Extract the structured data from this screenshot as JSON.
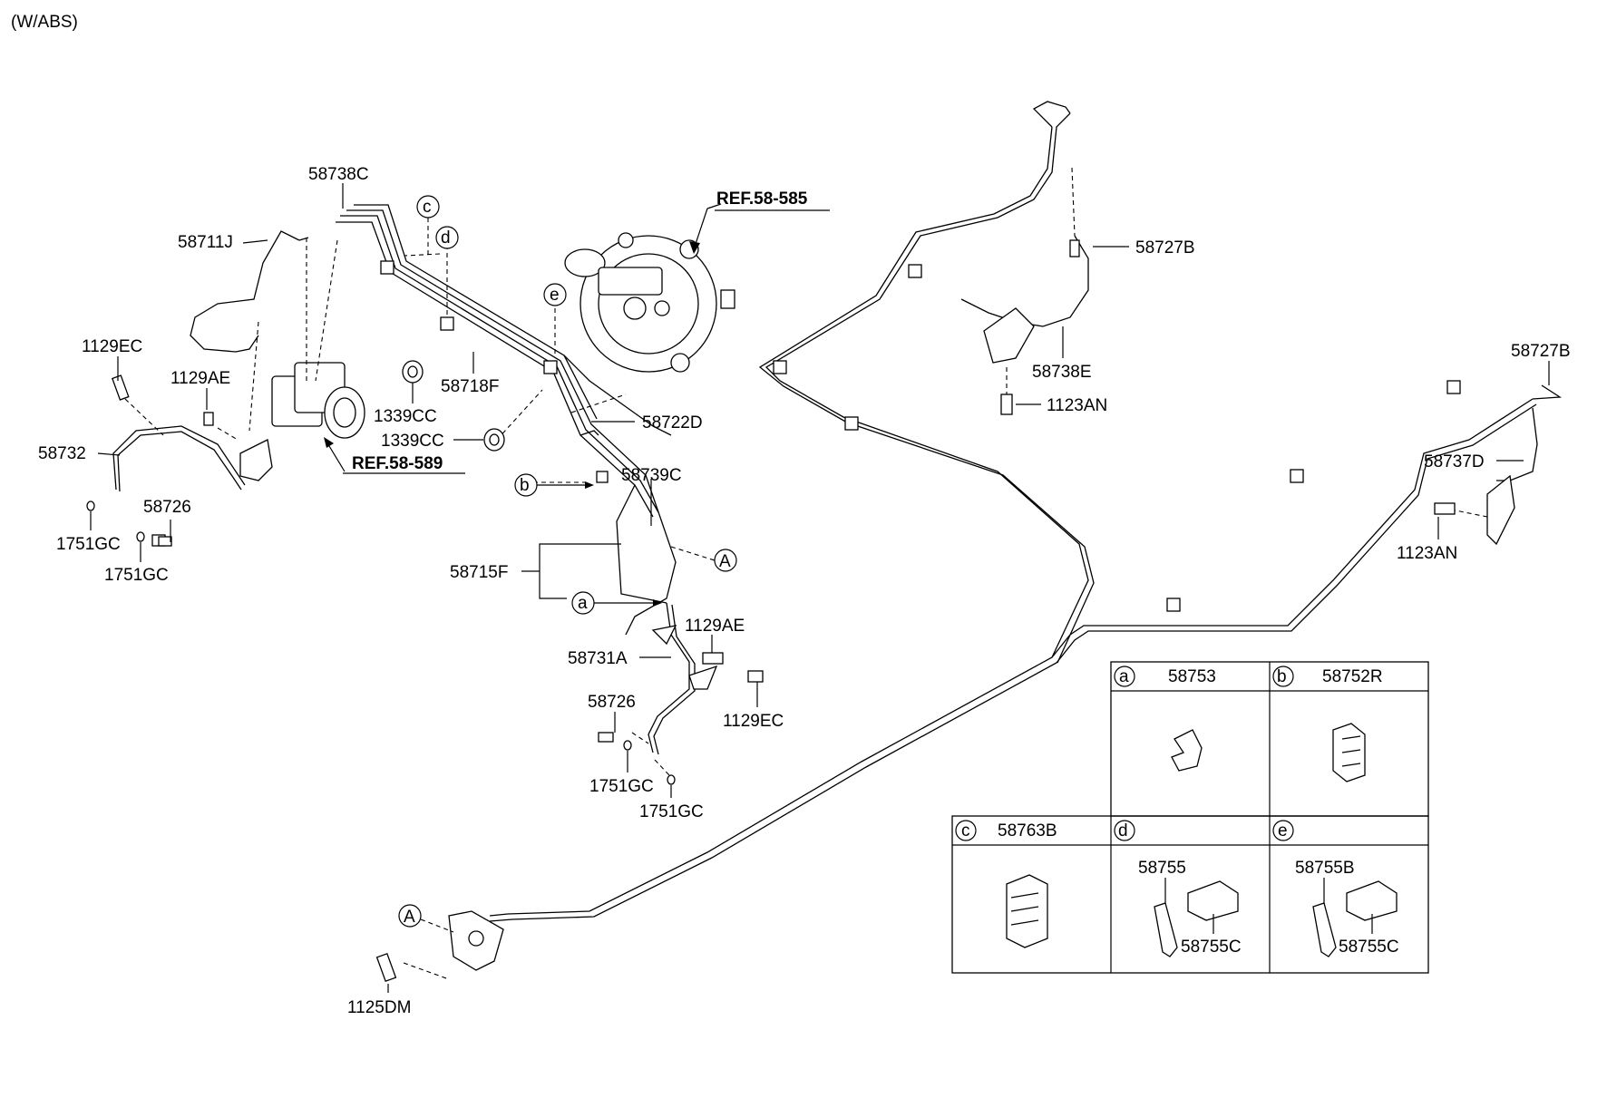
{
  "header": {
    "variant": "(W/ABS)"
  },
  "refs": {
    "ref_master_cylinder": "REF.58-585",
    "ref_abs_unit": "REF.58-589"
  },
  "callouts": {
    "p58738C": "58738C",
    "p58711J": "58711J",
    "p1129EC_l": "1129EC",
    "p1129AE_l": "1129AE",
    "p58732": "58732",
    "p58726_l": "58726",
    "p1751GC_l1": "1751GC",
    "p1751GC_l2": "1751GC",
    "p1339CC_1": "1339CC",
    "p1339CC_2": "1339CC",
    "p58718F": "58718F",
    "p58722D": "58722D",
    "p58739C": "58739C",
    "p58715F": "58715F",
    "p1129AE_c": "1129AE",
    "p58731A": "58731A",
    "p1129EC_c": "1129EC",
    "p58726_c": "58726",
    "p1751GC_c1": "1751GC",
    "p1751GC_c2": "1751GC",
    "p58727B_1": "58727B",
    "p58738E": "58738E",
    "p1123AN_1": "1123AN",
    "p58727B_2": "58727B",
    "p58737D": "58737D",
    "p1123AN_2": "1123AN",
    "p1125DM": "1125DM"
  },
  "markers": {
    "a": "a",
    "b": "b",
    "c": "c",
    "d": "d",
    "e": "e",
    "A1": "A",
    "A2": "A"
  },
  "legend": {
    "a": {
      "letter": "a",
      "part": "58753"
    },
    "b": {
      "letter": "b",
      "part": "58752R"
    },
    "c": {
      "letter": "c",
      "part": "58763B"
    },
    "d": {
      "letter": "d",
      "parts": [
        "58755",
        "58755C"
      ]
    },
    "e": {
      "letter": "e",
      "parts": [
        "58755B",
        "58755C"
      ]
    }
  }
}
